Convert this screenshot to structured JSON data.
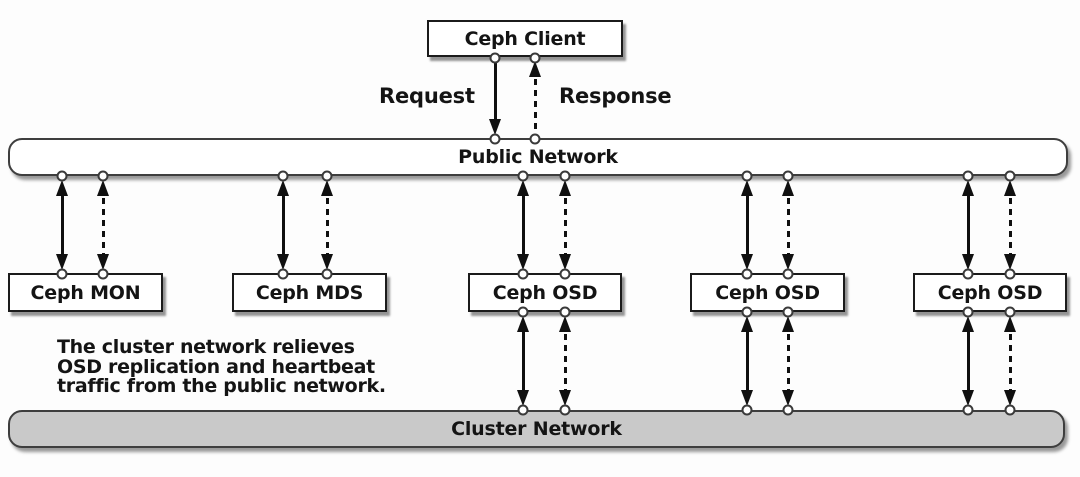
{
  "diagram": {
    "client_label": "Ceph Client",
    "request_label": "Request",
    "response_label": "Response",
    "public_network_label": "Public Network",
    "cluster_network_label": "Cluster Network",
    "nodes": [
      {
        "label": "Ceph MON"
      },
      {
        "label": "Ceph MDS"
      },
      {
        "label": "Ceph OSD"
      },
      {
        "label": "Ceph OSD"
      },
      {
        "label": "Ceph OSD"
      }
    ],
    "annotation_lines": [
      "The cluster network relieves",
      "OSD replication and heartbeat",
      "traffic from the public network."
    ],
    "arrow_styles": {
      "request": "solid",
      "response": "dashed",
      "node_left": "solid-double-headed",
      "node_right": "dashed-double-headed"
    },
    "colors": {
      "background": "#ffffff",
      "node_fill": "#ffffff",
      "node_border": "#1b1b1b",
      "network_bar_fill": "#ffffff",
      "cluster_bar_fill": "#c9c9c9",
      "line": "#101010",
      "text": "#141414"
    }
  }
}
